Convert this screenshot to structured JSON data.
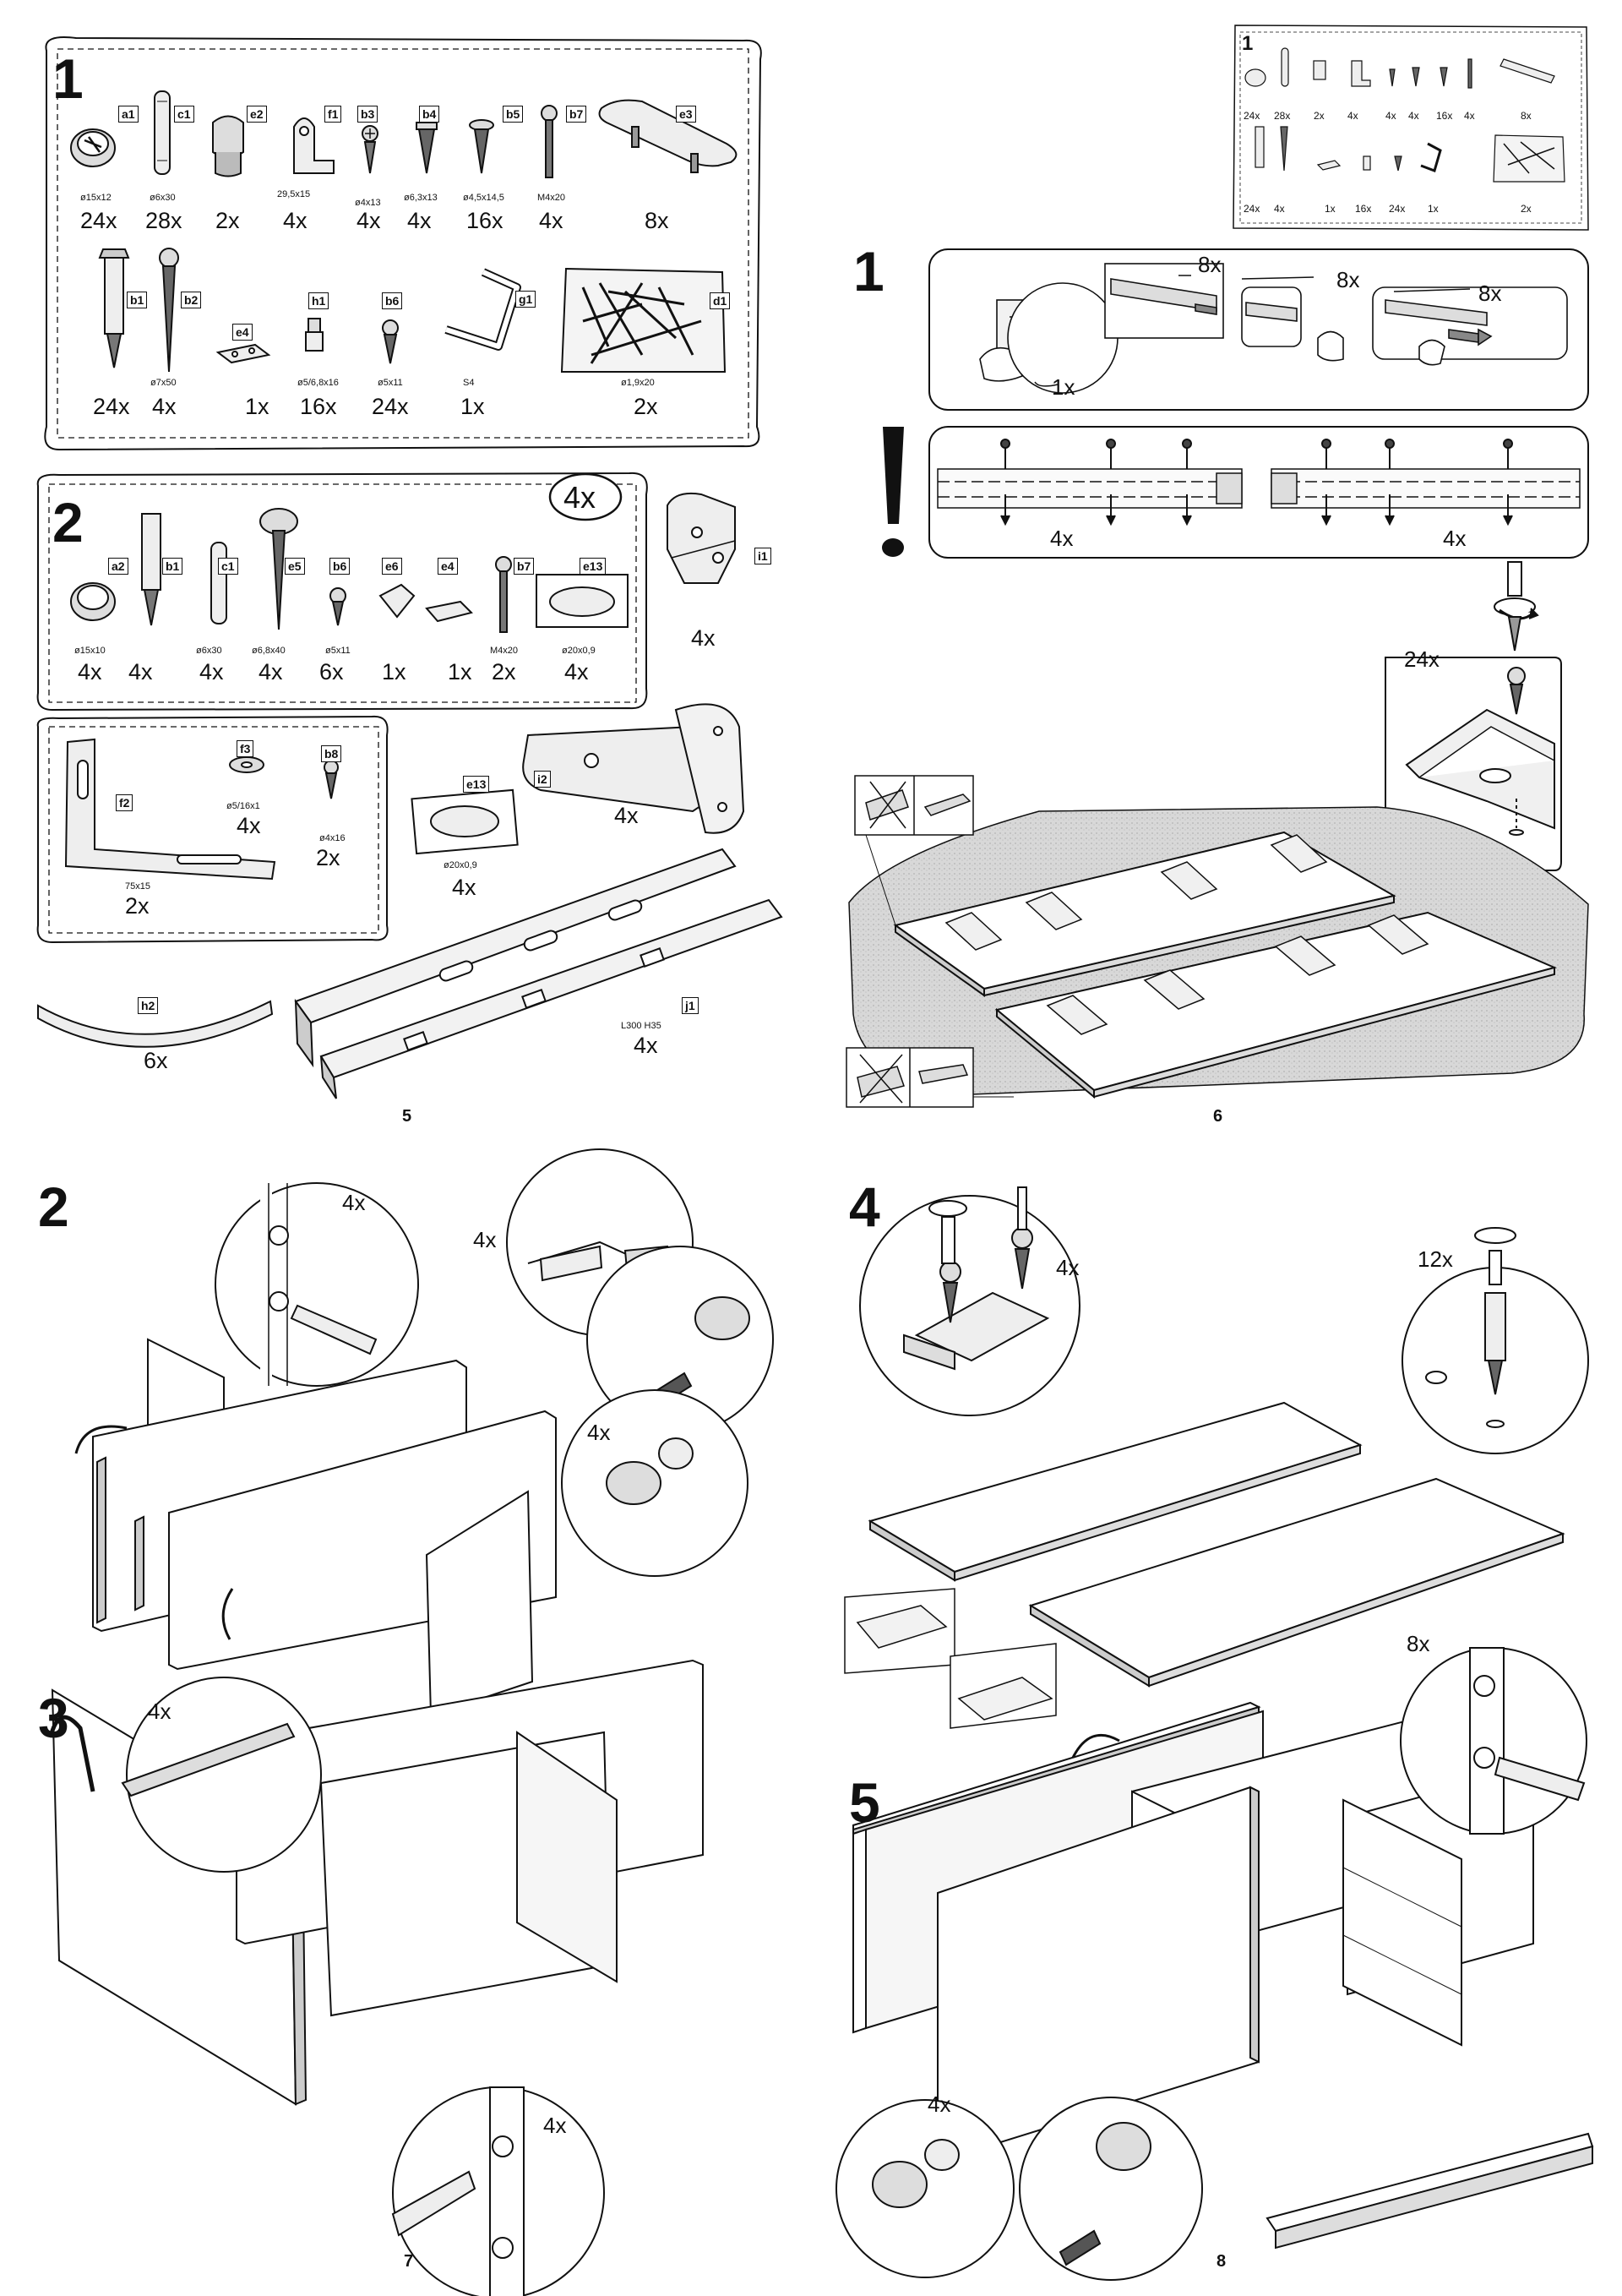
{
  "page_numbers": [
    "5",
    "6",
    "7",
    "8"
  ],
  "page5": {
    "panel1": {
      "step": "1",
      "row1": [
        {
          "code": "a1",
          "dim": "ø15x12",
          "qty": "24x"
        },
        {
          "code": "c1",
          "dim": "ø6x30",
          "qty": "28x"
        },
        {
          "code": "e2",
          "dim": "",
          "qty": "2x"
        },
        {
          "code": "f1",
          "dim": "29,5x15",
          "qty": "4x"
        },
        {
          "code": "b3",
          "dim": "ø4x13",
          "qty": "4x"
        },
        {
          "code": "b4",
          "dim": "ø6,3x13",
          "qty": "4x"
        },
        {
          "code": "b5",
          "dim": "ø4,5x14,5",
          "qty": "16x"
        },
        {
          "code": "b7",
          "dim": "M4x20",
          "qty": "4x"
        },
        {
          "code": "e3",
          "dim": "",
          "qty": "8x"
        }
      ],
      "row2": [
        {
          "code": "b1",
          "dim": "",
          "qty": "24x"
        },
        {
          "code": "b2",
          "dim": "ø7x50",
          "qty": "4x"
        },
        {
          "code": "e4",
          "dim": "",
          "qty": "1x"
        },
        {
          "code": "h1",
          "dim": "ø5/6,8x16",
          "qty": "16x"
        },
        {
          "code": "b6",
          "dim": "ø5x11",
          "qty": "24x"
        },
        {
          "code": "g1",
          "dim": "S4",
          "qty": "1x"
        },
        {
          "code": "d1",
          "dim": "ø1,9x20",
          "qty": "2x"
        }
      ]
    },
    "panel2": {
      "step": "2",
      "multiplier": "4x",
      "items": [
        {
          "code": "a2",
          "dim": "ø15x10",
          "qty": "4x"
        },
        {
          "code": "b1",
          "dim": "",
          "qty": "4x"
        },
        {
          "code": "c1",
          "dim": "ø6x30",
          "qty": "4x"
        },
        {
          "code": "e5",
          "dim": "ø6,8x40",
          "qty": "4x"
        },
        {
          "code": "b6",
          "dim": "ø5x11",
          "qty": "6x"
        },
        {
          "code": "e6",
          "dim": "",
          "qty": "1x"
        },
        {
          "code": "e4",
          "dim": "",
          "qty": "1x"
        },
        {
          "code": "b7",
          "dim": "M4x20",
          "qty": "2x"
        },
        {
          "code": "e13",
          "dim": "ø20x0,9",
          "qty": "4x"
        }
      ],
      "side": {
        "code": "i1",
        "qty": "4x"
      }
    },
    "panel3": {
      "f2": {
        "code": "f2",
        "dim": "75x15",
        "qty": "2x"
      },
      "f3": {
        "code": "f3",
        "dim": "ø5/16x1",
        "qty": "4x"
      },
      "b8": {
        "code": "b8",
        "dim": "ø4x16",
        "qty": "2x"
      }
    },
    "loose": {
      "i2": {
        "code": "i2",
        "qty": "4x"
      },
      "e13": {
        "code": "e13",
        "dim": "ø20x0,9",
        "qty": "4x"
      },
      "h2": {
        "code": "h2",
        "qty": "6x"
      },
      "j1": {
        "code": "j1",
        "dim": "L300 H35",
        "qty": "4x"
      }
    }
  },
  "page6": {
    "mini": {
      "step": "1",
      "row1_qty": [
        "24x",
        "28x",
        "2x",
        "4x",
        "4x",
        "4x",
        "16x",
        "4x",
        "8x"
      ],
      "row2_qty": [
        "24x",
        "4x",
        "1x",
        "16x",
        "24x",
        "1x",
        "2x"
      ]
    },
    "step": "1",
    "slides_labels": [
      "8x",
      "8x",
      "8x",
      "1x"
    ],
    "warning_labels": [
      "4x",
      "4x"
    ],
    "screw_count": "24x"
  },
  "page7": {
    "step2": "2",
    "step2_labels": [
      "4x",
      "4x",
      "4x"
    ],
    "step3": "3",
    "step3_labels": [
      "4x",
      "4x"
    ]
  },
  "page8": {
    "step4": "4",
    "step4_labels": [
      "4x",
      "12x"
    ],
    "step5": "5",
    "step5_labels": [
      "8x",
      "4x"
    ]
  }
}
